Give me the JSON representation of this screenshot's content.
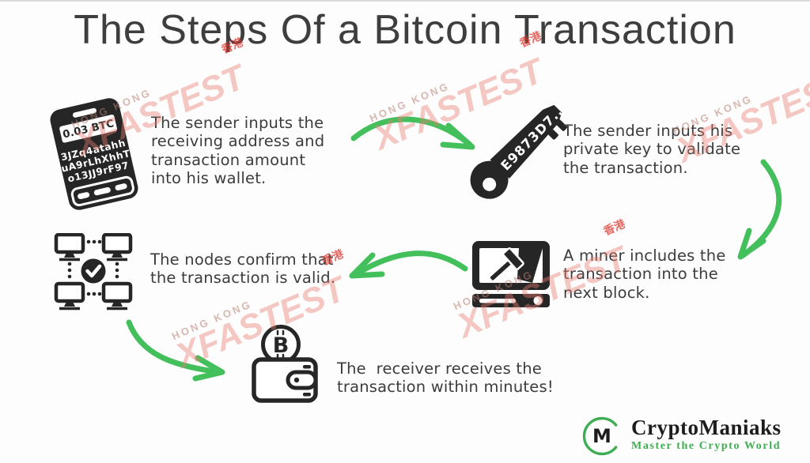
{
  "title": "The Steps Of a Bitcoin Transaction",
  "watermark": {
    "brand": "XFASTEST",
    "region": "HONG KONG",
    "cjk": "香港"
  },
  "phone": {
    "badge": "0.03 BTC",
    "address_lines": [
      "3JZq4atahh",
      "uA9rLhXhhT",
      "o13JJ9rF97"
    ]
  },
  "key": {
    "label": "E9873D7.."
  },
  "wallet": {
    "coin_symbol": "B"
  },
  "steps": {
    "step1": {
      "lines": [
        "The sender inputs the",
        "receiving address and",
        "transaction amount",
        "into his wallet."
      ]
    },
    "step2": {
      "lines": [
        "The sender inputs his",
        "private key to validate",
        "the transaction."
      ]
    },
    "step3": {
      "lines": [
        "A miner includes the",
        "transaction into the",
        "next block."
      ]
    },
    "step4": {
      "lines": [
        "The nodes confirm that",
        "the transaction is valid."
      ]
    },
    "step5": {
      "lines": [
        "The  receiver receives the",
        "transaction within minutes!"
      ]
    }
  },
  "logo": {
    "monogram": "M",
    "name": "CryptoManiaks",
    "tagline": "Master the Crypto World"
  },
  "colors": {
    "arrow_green": "#43bf5c",
    "logo_green": "#3fae52",
    "icon_black": "#262626",
    "text_dark": "#3d3d3d",
    "watermark_pink": "#e8786c"
  }
}
